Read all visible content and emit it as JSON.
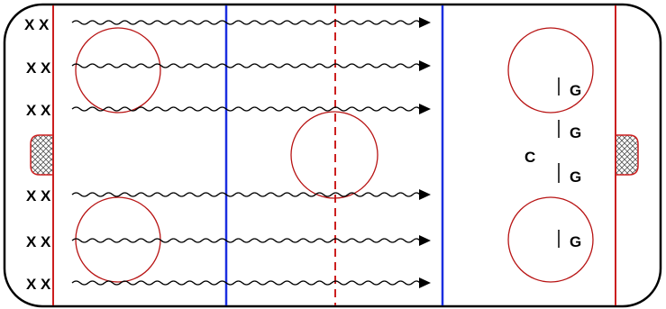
{
  "colors": {
    "boards": "#000000",
    "goal_line": "#cc1f1f",
    "blue_line": "#1a2ee0",
    "center_line": "#cc1f1f",
    "circle": "#b81414",
    "skate_path": "#000000"
  },
  "rows": [
    {
      "marker": "X X"
    },
    {
      "marker": "X X"
    },
    {
      "marker": "X X"
    },
    {
      "marker": "X X"
    },
    {
      "marker": "X X"
    },
    {
      "marker": "X X"
    }
  ],
  "goalies": [
    {
      "label": "G"
    },
    {
      "label": "G"
    },
    {
      "label": "G"
    },
    {
      "label": "G"
    }
  ],
  "coach": {
    "label": "C"
  },
  "icons": {
    "net": "goal-net-icon",
    "arrow": "arrow-right-icon"
  }
}
